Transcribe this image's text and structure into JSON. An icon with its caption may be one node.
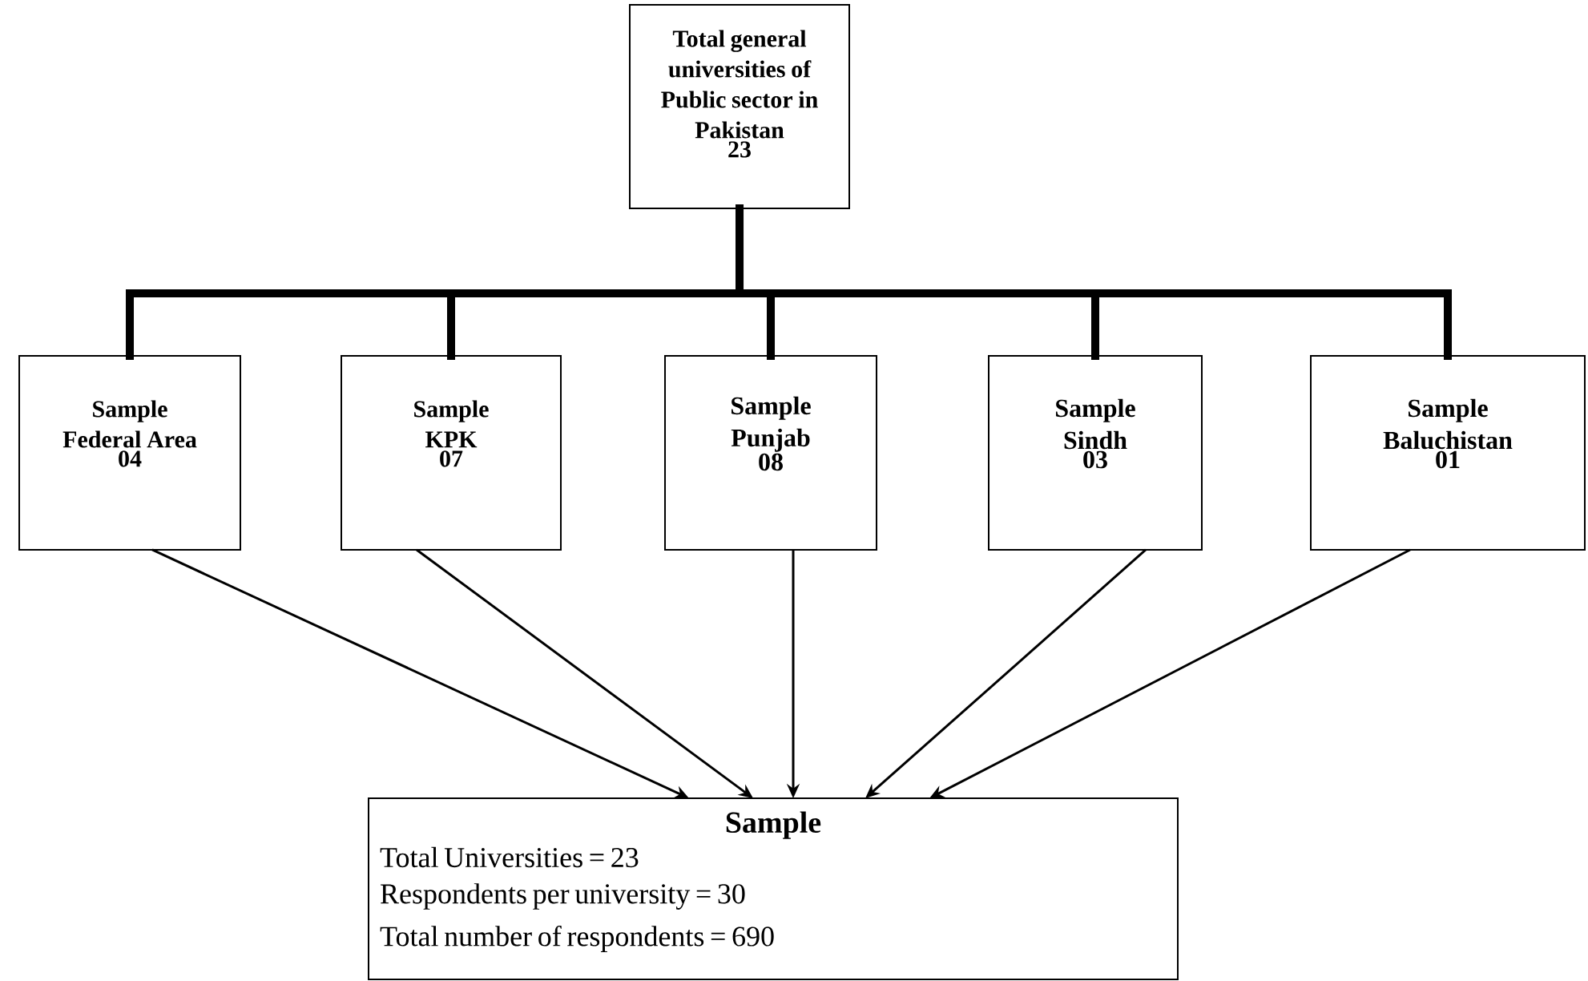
{
  "diagram": {
    "nodes": [
      {
        "text": [
          "Total general universities of Public sector in Pakistan",
          "23"
        ]
      },
      {
        "text": [
          "Sample",
          "Federal Area",
          "04"
        ]
      },
      {
        "text": [
          "Sample",
          "KPK",
          "07"
        ]
      },
      {
        "text": [
          "Sample",
          "Punjab",
          "08"
        ]
      },
      {
        "text": [
          "Sample",
          "Sindh",
          "03"
        ]
      },
      {
        "text": [
          "Sample",
          "Baluchistan",
          "01"
        ]
      },
      {
        "text": [
          "Sample",
          "Total Universities = 23",
          "Respondents per university = 30",
          "Total number of respondents = 690"
        ]
      }
    ],
    "edges": [
      {
        "from": 0,
        "to": 1,
        "arrow": "none",
        "style": "thick"
      },
      {
        "from": 0,
        "to": 2,
        "arrow": "none",
        "style": "thick"
      },
      {
        "from": 0,
        "to": 3,
        "arrow": "none",
        "style": "thick"
      },
      {
        "from": 0,
        "to": 4,
        "arrow": "none",
        "style": "thick"
      },
      {
        "from": 0,
        "to": 5,
        "arrow": "none",
        "style": "thick"
      },
      {
        "from": 1,
        "to": 6,
        "arrow": "to"
      },
      {
        "from": 2,
        "to": 6,
        "arrow": "to"
      },
      {
        "from": 3,
        "to": 6,
        "arrow": "to"
      },
      {
        "from": 4,
        "to": 6,
        "arrow": "to"
      },
      {
        "from": 5,
        "to": 6,
        "arrow": "to"
      }
    ]
  }
}
